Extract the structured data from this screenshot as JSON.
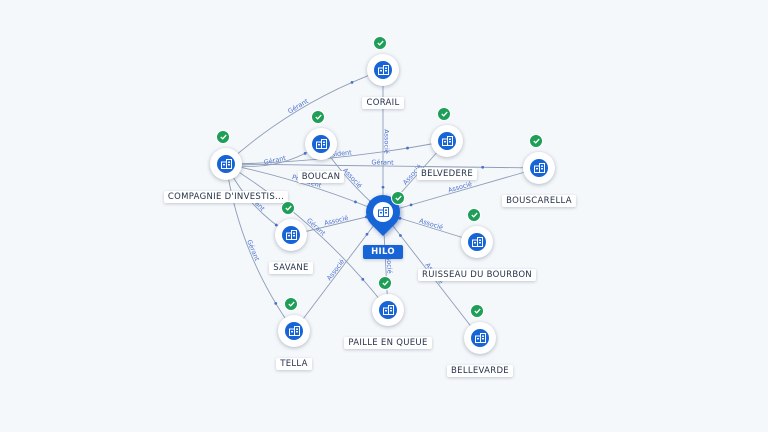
{
  "center": {
    "name": "HILO"
  },
  "nodes": [
    {
      "id": "corail",
      "label": "CORAIL"
    },
    {
      "id": "compagnie",
      "label": "COMPAGNIE D'INVESTIS..."
    },
    {
      "id": "boucan",
      "label": "BOUCAN"
    },
    {
      "id": "belvedere",
      "label": "BELVEDERE"
    },
    {
      "id": "bouscarella",
      "label": "BOUSCARELLA"
    },
    {
      "id": "ruisseau",
      "label": "RUISSEAU DU BOURBON"
    },
    {
      "id": "savane",
      "label": "SAVANE"
    },
    {
      "id": "tella",
      "label": "TELLA"
    },
    {
      "id": "paille",
      "label": "PAILLE EN QUEUE"
    },
    {
      "id": "bellevarde",
      "label": "BELLEVARDE"
    }
  ],
  "edge_labels": {
    "gerant": "Gérant",
    "associe": "Associé",
    "president": "Président"
  },
  "edges": [
    {
      "from": "compagnie",
      "to": "corail",
      "label": "Gérant"
    },
    {
      "from": "compagnie",
      "to": "boucan",
      "label": "Gérant"
    },
    {
      "from": "compagnie",
      "to": "belvedere",
      "label": "Président"
    },
    {
      "from": "compagnie",
      "to": "hilo",
      "label": "Président"
    },
    {
      "from": "compagnie",
      "to": "savane",
      "label": "Gérant"
    },
    {
      "from": "compagnie",
      "to": "tella",
      "label": "Gérant"
    },
    {
      "from": "compagnie",
      "to": "paille",
      "label": "Gérant"
    },
    {
      "from": "compagnie",
      "to": "bouscarella",
      "label": "Gérant"
    },
    {
      "from": "boucan",
      "to": "hilo",
      "label": "Associé"
    },
    {
      "from": "corail",
      "to": "hilo",
      "label": "Associé"
    },
    {
      "from": "belvedere",
      "to": "hilo",
      "label": "Associé"
    },
    {
      "from": "bouscarella",
      "to": "hilo",
      "label": "Associé"
    },
    {
      "from": "ruisseau",
      "to": "hilo",
      "label": "Associé"
    },
    {
      "from": "savane",
      "to": "hilo",
      "label": "Associé"
    },
    {
      "from": "tella",
      "to": "hilo",
      "label": "Associé"
    },
    {
      "from": "paille",
      "to": "hilo",
      "label": "Associé"
    },
    {
      "from": "bellevarde",
      "to": "hilo",
      "label": "Associé"
    }
  ]
}
